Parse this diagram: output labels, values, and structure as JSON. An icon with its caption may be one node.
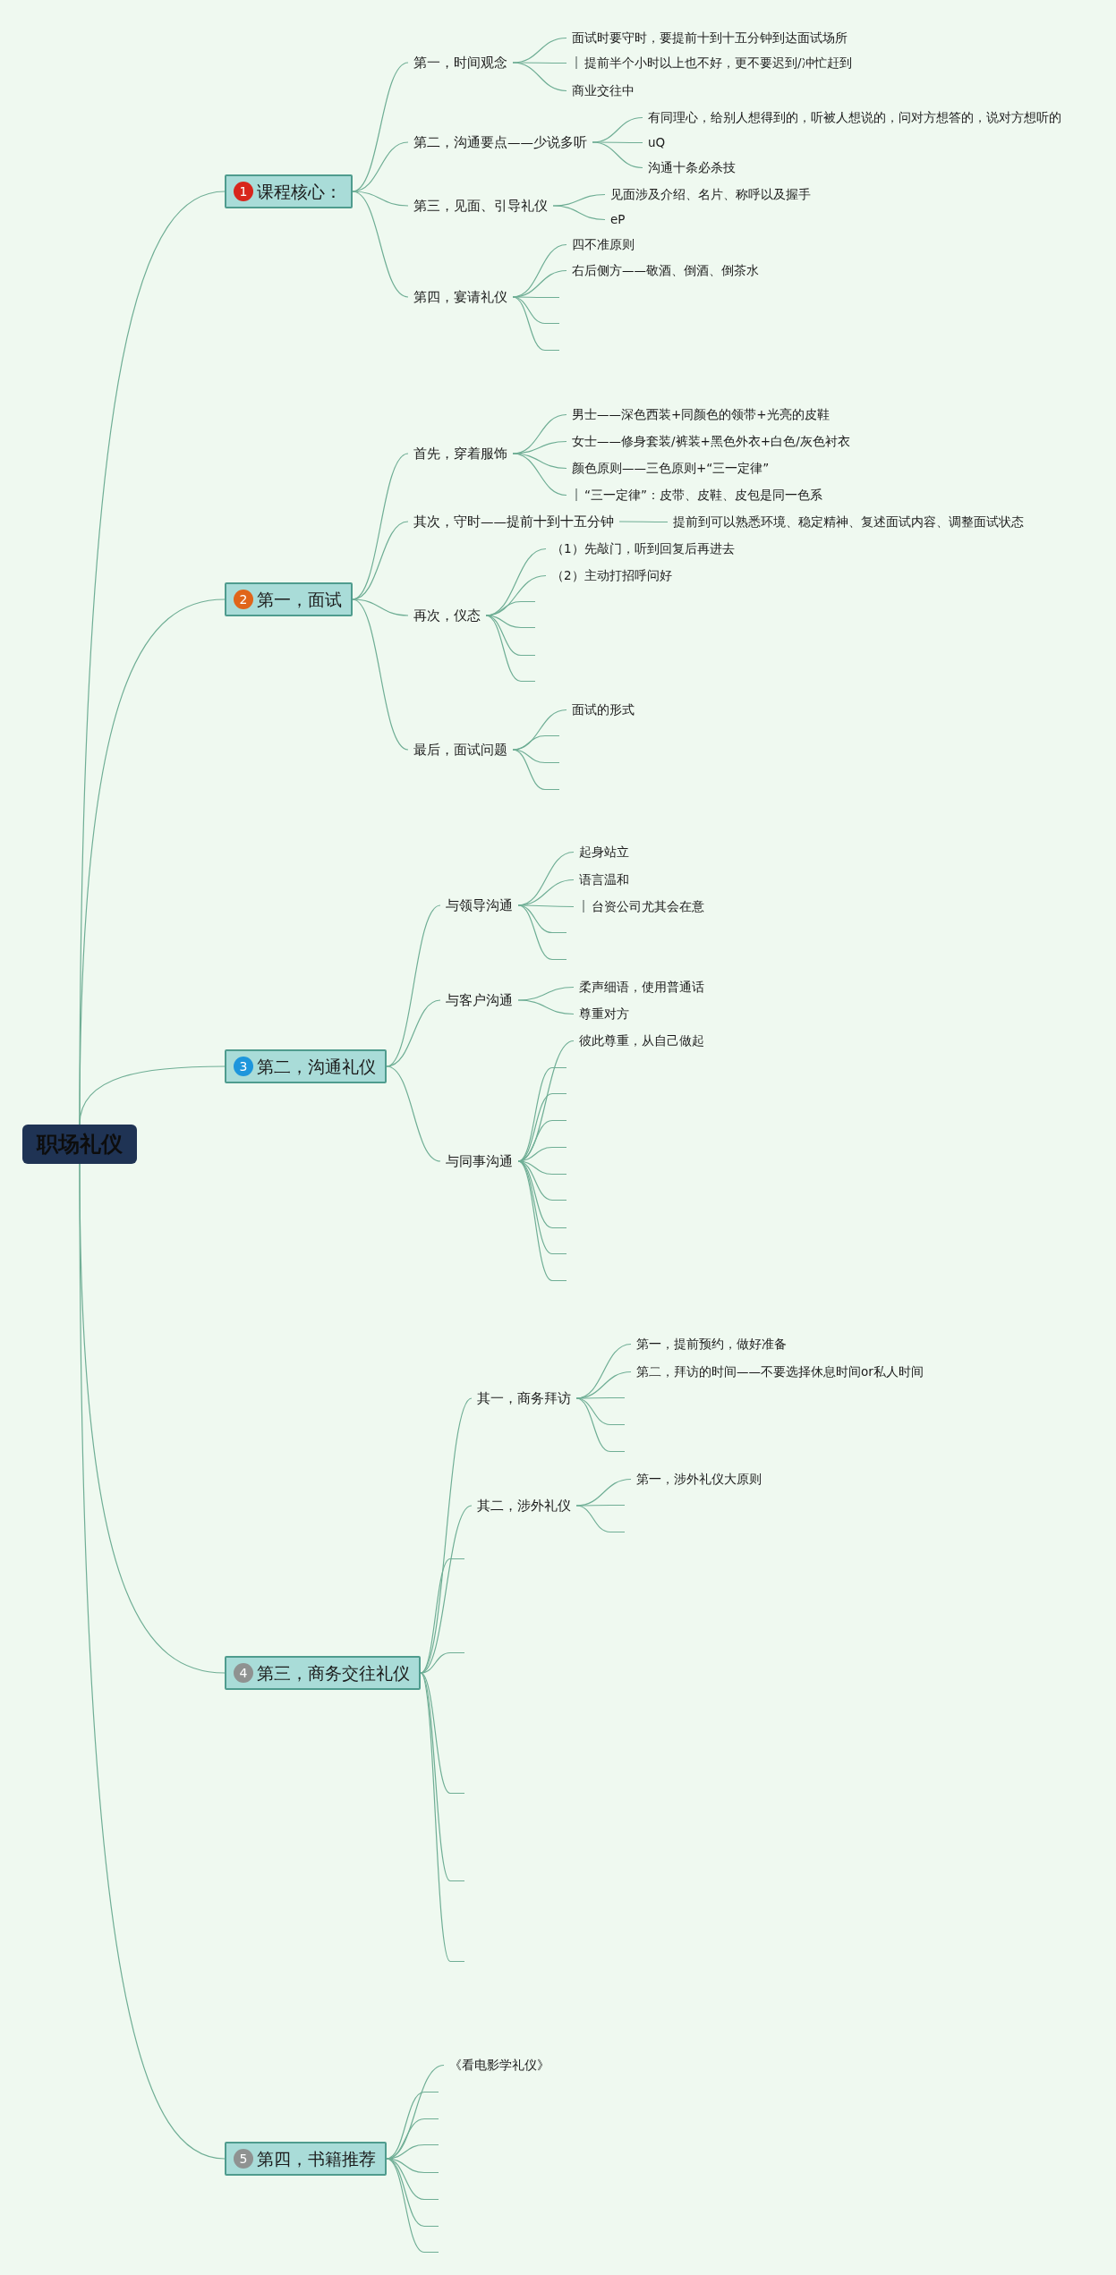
{
  "diagram": {
    "nodes": [
      {
        "text": [
          "职场礼仪"
        ]
      },
      {
        "text": [
          "1",
          "课程核心："
        ]
      },
      {
        "text": [
          "第一，时间观念"
        ]
      },
      {
        "text": [
          "面试时要守时，要提前十到十五分钟到达面试场所"
        ]
      },
      {
        "text": [
          "提前半个小时以上也不好，更不要迟到/冲忙赶到"
        ]
      },
      {
        "text": [
          "商业交往中"
        ]
      },
      {
        "text": [
          "第二，沟通要点——少说多听"
        ]
      },
      {
        "text": [
          "有同理心，给别人想得到的，听被人想说的，问对方想答的，说对方想听的"
        ]
      },
      {
        "text": [
          "uQ"
        ]
      },
      {
        "text": [
          "沟通十条必杀技"
        ]
      },
      {
        "text": [
          "第三，见面、引导礼仪"
        ]
      },
      {
        "text": [
          "见面涉及介绍、名片、称呼以及握手"
        ]
      },
      {
        "text": [
          "eP"
        ]
      },
      {
        "text": [
          "第四，宴请礼仪"
        ]
      },
      {
        "text": [
          "四不准原则"
        ]
      },
      {
        "text": [
          "右后侧方——敬酒、倒酒、倒茶水"
        ]
      },
      {
        "text": [
          "2",
          "第一，面试"
        ]
      },
      {
        "text": [
          "首先，穿着服饰"
        ]
      },
      {
        "text": [
          "男士——深色西装+同颜色的领带+光亮的皮鞋"
        ]
      },
      {
        "text": [
          "女士——修身套装/裤装+黑色外衣+白色/灰色衬衣"
        ]
      },
      {
        "text": [
          "颜色原则——三色原则+“三一定律”"
        ]
      },
      {
        "text": [
          "“三一定律”：皮带、皮鞋、皮包是同一色系"
        ]
      },
      {
        "text": [
          "其次，守时——提前十到十五分钟"
        ]
      },
      {
        "text": [
          "提前到可以熟悉环境、稳定精神、复述面试内容、调整面试状态"
        ]
      },
      {
        "text": [
          "再次，仪态"
        ]
      },
      {
        "text": [
          "（1）先敲门，听到回复后再进去"
        ]
      },
      {
        "text": [
          "（2）主动打招呼问好"
        ]
      },
      {
        "text": [
          "最后，面试问题"
        ]
      },
      {
        "text": [
          "面试的形式"
        ]
      },
      {
        "text": [
          "3",
          "第二，沟通礼仪"
        ]
      },
      {
        "text": [
          "与领导沟通"
        ]
      },
      {
        "text": [
          "起身站立"
        ]
      },
      {
        "text": [
          "语言温和"
        ]
      },
      {
        "text": [
          "台资公司尤其会在意"
        ]
      },
      {
        "text": [
          "与客户沟通"
        ]
      },
      {
        "text": [
          "柔声细语，使用普通话"
        ]
      },
      {
        "text": [
          "尊重对方"
        ]
      },
      {
        "text": [
          "与同事沟通"
        ]
      },
      {
        "text": [
          "彼此尊重，从自己做起"
        ]
      },
      {
        "text": [
          "4",
          "第三，商务交往礼仪"
        ]
      },
      {
        "text": [
          "其一，商务拜访"
        ]
      },
      {
        "text": [
          "第一，提前预约，做好准备"
        ]
      },
      {
        "text": [
          "第二，拜访的时间——不要选择休息时间or私人时间"
        ]
      },
      {
        "text": [
          "其二，涉外礼仪"
        ]
      },
      {
        "text": [
          "第一，涉外礼仪大原则"
        ]
      },
      {
        "text": [
          "5",
          "第四，书籍推荐"
        ]
      },
      {
        "text": [
          "《看电影学礼仪》"
        ]
      },
      {
        "text": [],
        "shape": "line"
      },
      {
        "text": [],
        "shape": "line"
      },
      {
        "text": [],
        "shape": "line"
      },
      {
        "text": [],
        "shape": "line"
      },
      {
        "text": [],
        "shape": "line"
      },
      {
        "text": [],
        "shape": "line"
      },
      {
        "text": [],
        "shape": "line"
      },
      {
        "text": [],
        "shape": "line"
      },
      {
        "text": [],
        "shape": "line"
      },
      {
        "text": [],
        "shape": "line"
      },
      {
        "text": [],
        "shape": "line"
      },
      {
        "text": [],
        "shape": "line"
      },
      {
        "text": [],
        "shape": "line"
      },
      {
        "text": [],
        "shape": "line"
      },
      {
        "text": [],
        "shape": "line"
      },
      {
        "text": [],
        "shape": "line"
      },
      {
        "text": [],
        "shape": "line"
      },
      {
        "text": [],
        "shape": "line"
      },
      {
        "text": [],
        "shape": "line"
      },
      {
        "text": [],
        "shape": "line"
      },
      {
        "text": [],
        "shape": "line"
      },
      {
        "text": [],
        "shape": "line"
      },
      {
        "text": [],
        "shape": "line"
      },
      {
        "text": [],
        "shape": "line"
      },
      {
        "text": [],
        "shape": "line"
      },
      {
        "text": [],
        "shape": "line"
      },
      {
        "text": [],
        "shape": "line"
      },
      {
        "text": [],
        "shape": "line"
      },
      {
        "text": [],
        "shape": "line"
      },
      {
        "text": [],
        "shape": "line"
      },
      {
        "text": [],
        "shape": "line"
      },
      {
        "text": [],
        "shape": "line"
      },
      {
        "text": [],
        "shape": "line"
      },
      {
        "text": [],
        "shape": "line"
      },
      {
        "text": [],
        "shape": "line"
      },
      {
        "text": [],
        "shape": "line"
      },
      {
        "text": [],
        "shape": "line"
      },
      {
        "text": [],
        "shape": "line"
      }
    ],
    "edges": [
      {
        "from": 0,
        "to": 1,
        "arrow": "none"
      },
      {
        "from": 0,
        "to": 16,
        "arrow": "none"
      },
      {
        "from": 0,
        "to": 29,
        "arrow": "none"
      },
      {
        "from": 0,
        "to": 39,
        "arrow": "none"
      },
      {
        "from": 0,
        "to": 45,
        "arrow": "none"
      },
      {
        "from": 1,
        "to": 2,
        "arrow": "none"
      },
      {
        "from": 1,
        "to": 6,
        "arrow": "none"
      },
      {
        "from": 1,
        "to": 10,
        "arrow": "none"
      },
      {
        "from": 1,
        "to": 13,
        "arrow": "none"
      },
      {
        "from": 2,
        "to": 3,
        "arrow": "none"
      },
      {
        "from": 2,
        "to": 4,
        "arrow": "none"
      },
      {
        "from": 2,
        "to": 5,
        "arrow": "none"
      },
      {
        "from": 6,
        "to": 7,
        "arrow": "none"
      },
      {
        "from": 6,
        "to": 8,
        "arrow": "none"
      },
      {
        "from": 6,
        "to": 9,
        "arrow": "none"
      },
      {
        "from": 10,
        "to": 11,
        "arrow": "none"
      },
      {
        "from": 10,
        "to": 12,
        "arrow": "none"
      },
      {
        "from": 13,
        "to": 14,
        "arrow": "none"
      },
      {
        "from": 13,
        "to": 15,
        "arrow": "none"
      },
      {
        "from": 13,
        "to": 47,
        "arrow": "none"
      },
      {
        "from": 13,
        "to": 48,
        "arrow": "none"
      },
      {
        "from": 13,
        "to": 49,
        "arrow": "none"
      },
      {
        "from": 16,
        "to": 17,
        "arrow": "none"
      },
      {
        "from": 16,
        "to": 22,
        "arrow": "none"
      },
      {
        "from": 16,
        "to": 24,
        "arrow": "none"
      },
      {
        "from": 16,
        "to": 27,
        "arrow": "none"
      },
      {
        "from": 17,
        "to": 18,
        "arrow": "none"
      },
      {
        "from": 17,
        "to": 19,
        "arrow": "none"
      },
      {
        "from": 17,
        "to": 20,
        "arrow": "none"
      },
      {
        "from": 17,
        "to": 21,
        "arrow": "none"
      },
      {
        "from": 22,
        "to": 23,
        "arrow": "none"
      },
      {
        "from": 24,
        "to": 25,
        "arrow": "none"
      },
      {
        "from": 24,
        "to": 26,
        "arrow": "none"
      },
      {
        "from": 24,
        "to": 50,
        "arrow": "none"
      },
      {
        "from": 24,
        "to": 51,
        "arrow": "none"
      },
      {
        "from": 24,
        "to": 52,
        "arrow": "none"
      },
      {
        "from": 24,
        "to": 53,
        "arrow": "none"
      },
      {
        "from": 27,
        "to": 28,
        "arrow": "none"
      },
      {
        "from": 27,
        "to": 54,
        "arrow": "none"
      },
      {
        "from": 27,
        "to": 55,
        "arrow": "none"
      },
      {
        "from": 27,
        "to": 56,
        "arrow": "none"
      },
      {
        "from": 29,
        "to": 30,
        "arrow": "none"
      },
      {
        "from": 29,
        "to": 34,
        "arrow": "none"
      },
      {
        "from": 29,
        "to": 37,
        "arrow": "none"
      },
      {
        "from": 30,
        "to": 31,
        "arrow": "none"
      },
      {
        "from": 30,
        "to": 32,
        "arrow": "none"
      },
      {
        "from": 30,
        "to": 33,
        "arrow": "none"
      },
      {
        "from": 30,
        "to": 57,
        "arrow": "none"
      },
      {
        "from": 30,
        "to": 58,
        "arrow": "none"
      },
      {
        "from": 34,
        "to": 35,
        "arrow": "none"
      },
      {
        "from": 34,
        "to": 36,
        "arrow": "none"
      },
      {
        "from": 37,
        "to": 38,
        "arrow": "none"
      },
      {
        "from": 37,
        "to": 59,
        "arrow": "none"
      },
      {
        "from": 37,
        "to": 60,
        "arrow": "none"
      },
      {
        "from": 37,
        "to": 61,
        "arrow": "none"
      },
      {
        "from": 37,
        "to": 62,
        "arrow": "none"
      },
      {
        "from": 37,
        "to": 63,
        "arrow": "none"
      },
      {
        "from": 37,
        "to": 64,
        "arrow": "none"
      },
      {
        "from": 37,
        "to": 65,
        "arrow": "none"
      },
      {
        "from": 37,
        "to": 66,
        "arrow": "none"
      },
      {
        "from": 37,
        "to": 67,
        "arrow": "none"
      },
      {
        "from": 39,
        "to": 40,
        "arrow": "none"
      },
      {
        "from": 39,
        "to": 43,
        "arrow": "none"
      },
      {
        "from": 39,
        "to": 68,
        "arrow": "none"
      },
      {
        "from": 39,
        "to": 69,
        "arrow": "none"
      },
      {
        "from": 39,
        "to": 70,
        "arrow": "none"
      },
      {
        "from": 39,
        "to": 71,
        "arrow": "none"
      },
      {
        "from": 39,
        "to": 72,
        "arrow": "none"
      },
      {
        "from": 40,
        "to": 41,
        "arrow": "none"
      },
      {
        "from": 40,
        "to": 42,
        "arrow": "none"
      },
      {
        "from": 40,
        "to": 73,
        "arrow": "none"
      },
      {
        "from": 40,
        "to": 74,
        "arrow": "none"
      },
      {
        "from": 40,
        "to": 75,
        "arrow": "none"
      },
      {
        "from": 43,
        "to": 44,
        "arrow": "none"
      },
      {
        "from": 43,
        "to": 76,
        "arrow": "none"
      },
      {
        "from": 43,
        "to": 77,
        "arrow": "none"
      },
      {
        "from": 45,
        "to": 46,
        "arrow": "none"
      },
      {
        "from": 45,
        "to": 78,
        "arrow": "none"
      },
      {
        "from": 45,
        "to": 79,
        "arrow": "none"
      },
      {
        "from": 45,
        "to": 80,
        "arrow": "none"
      },
      {
        "from": 45,
        "to": 81,
        "arrow": "none"
      },
      {
        "from": 45,
        "to": 82,
        "arrow": "none"
      },
      {
        "from": 45,
        "to": 83,
        "arrow": "none"
      },
      {
        "from": 45,
        "to": 84,
        "arrow": "none"
      }
    ]
  }
}
